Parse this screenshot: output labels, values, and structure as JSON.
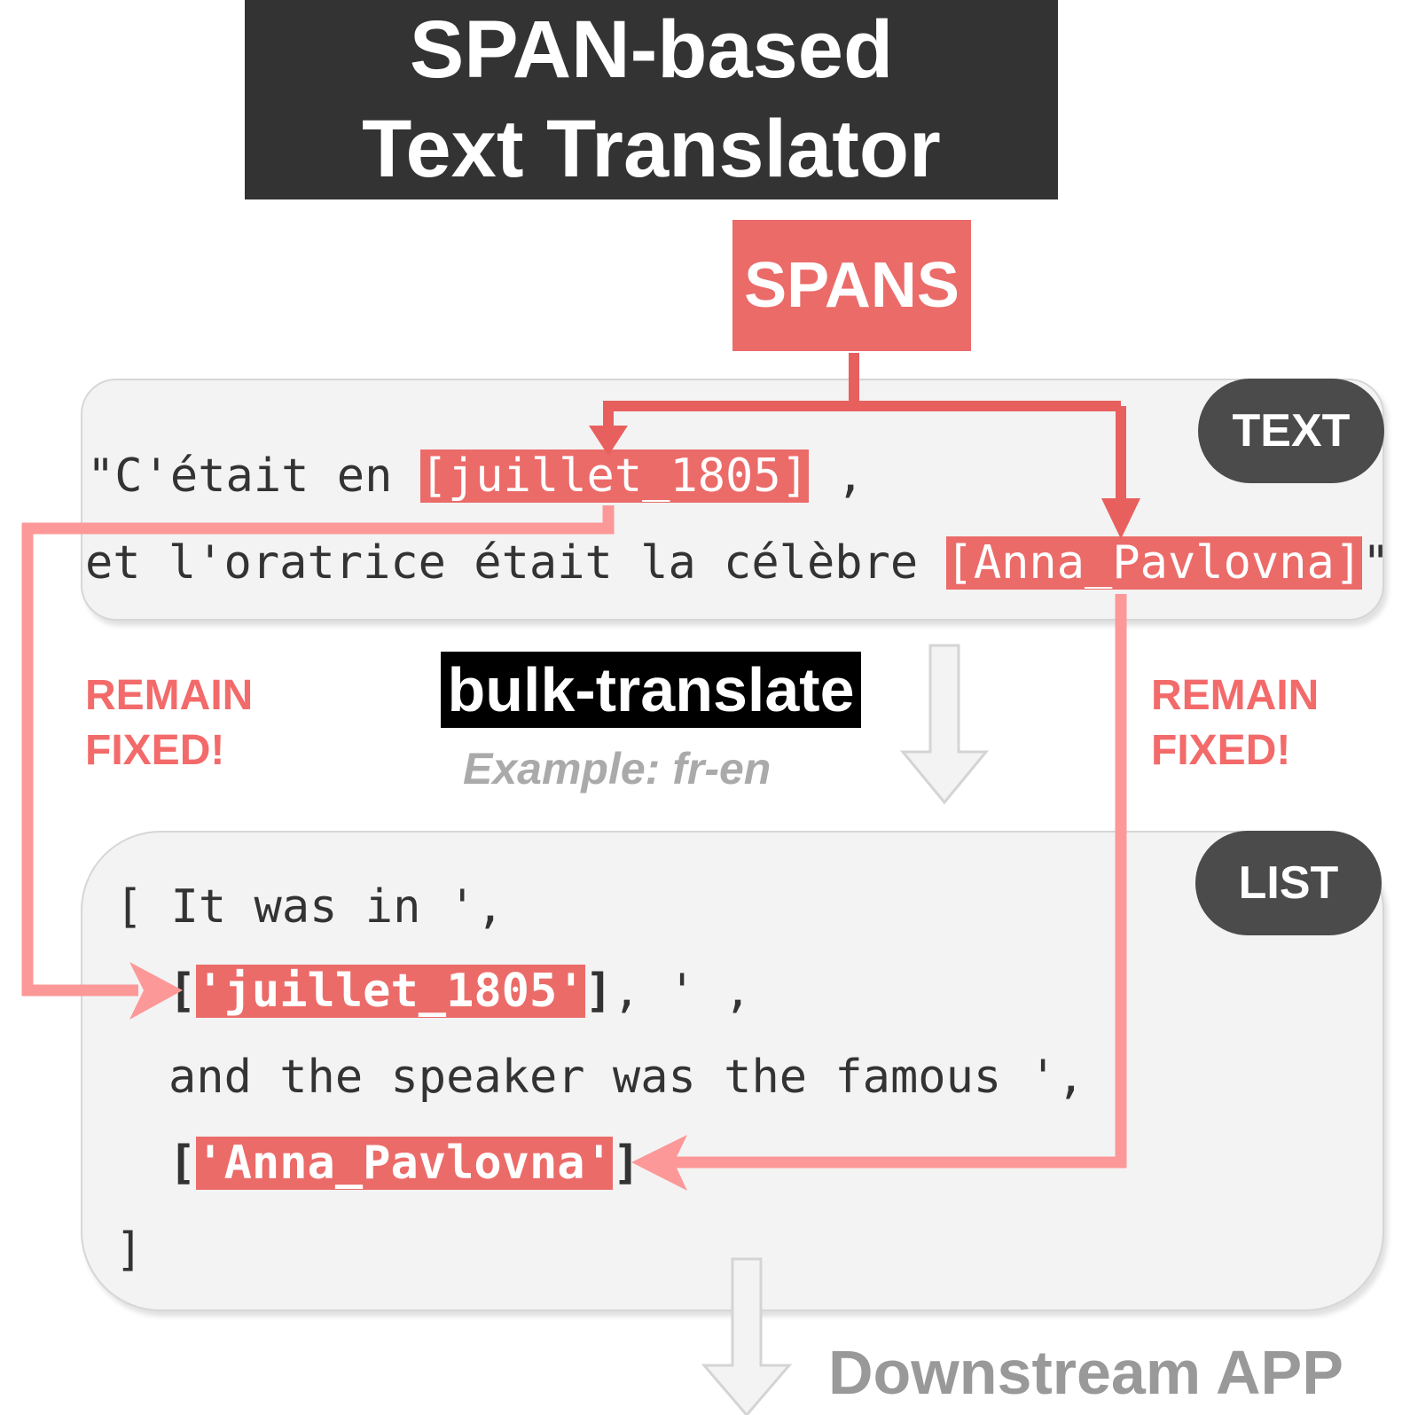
{
  "title": {
    "line1": "SPAN-based",
    "line2": "Text Translator"
  },
  "spans_label": "SPANS",
  "text_panel": {
    "tag": "TEXT",
    "line1": {
      "pre": "\"C'était en ",
      "span": "[juillet_1805]",
      "post": " ,"
    },
    "line2": {
      "pre": "et l'oratrice était la célèbre ",
      "span": "[Anna_Pavlovna]",
      "post": "\""
    }
  },
  "list_panel": {
    "tag": "LIST",
    "line1": "[ It was in ',",
    "line2": {
      "open": "[",
      "span": "'juillet_1805'",
      "close": "]",
      "post": ", ' ,"
    },
    "line3": "and the speaker was the famous ',",
    "line4": {
      "open": "[",
      "span": "'Anna_Pavlovna'",
      "close": "]"
    },
    "line5": "]"
  },
  "remain_left": {
    "line1": "REMAIN",
    "line2": "FIXED!"
  },
  "remain_right": {
    "line1": "REMAIN",
    "line2": "FIXED!"
  },
  "bulk_label": "bulk-translate",
  "example_label": "Example: fr-en",
  "downstream_label": "Downstream APP",
  "colors": {
    "accent": "#eb6b69",
    "arrow_light": "#fd9898",
    "dark": "#333333",
    "pill": "#4b4b4b",
    "panel": "#f3f3f3"
  }
}
